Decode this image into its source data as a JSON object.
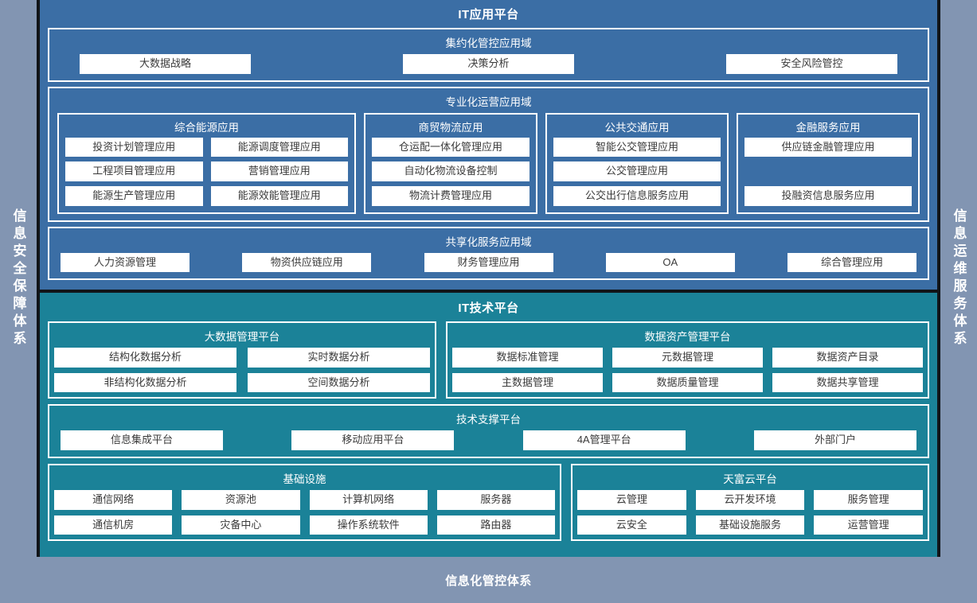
{
  "side_rails": {
    "left": {
      "label": "信息安全保障体系"
    },
    "right": {
      "label": "信息运维服务体系"
    }
  },
  "application_platform": {
    "title": "IT应用平台",
    "accent_color": "#3b6ea5",
    "domains": [
      {
        "name": "intensive",
        "title": "集约化管控应用域",
        "items": [
          "大数据战略",
          "决策分析",
          "安全风险管控"
        ]
      },
      {
        "name": "professional",
        "title": "专业化运营应用域",
        "subpanels": [
          {
            "name": "energy",
            "title": "综合能源应用",
            "items": [
              "投资计划管理应用",
              "能源调度管理应用",
              "工程项目管理应用",
              "营销管理应用",
              "能源生产管理应用",
              "能源效能管理应用"
            ]
          },
          {
            "name": "trade-logistics",
            "title": "商贸物流应用",
            "items": [
              "仓运配一体化管理应用",
              "自动化物流设备控制",
              "物流计费管理应用"
            ]
          },
          {
            "name": "public-transit",
            "title": "公共交通应用",
            "items": [
              "智能公交管理应用",
              "公交管理应用",
              "公交出行信息服务应用"
            ]
          },
          {
            "name": "financial-services",
            "title": "金融服务应用",
            "items": [
              "供应链金融管理应用",
              "",
              "投融资信息服务应用"
            ]
          }
        ]
      },
      {
        "name": "shared",
        "title": "共享化服务应用域",
        "items": [
          "人力资源管理",
          "物资供应链应用",
          "财务管理应用",
          "OA",
          "综合管理应用"
        ]
      }
    ]
  },
  "technology_platform": {
    "title": "IT技术平台",
    "accent_color": "#1b8298",
    "boxes": [
      {
        "name": "big-data-management",
        "title": "大数据管理平台",
        "items": [
          "结构化数据分析",
          "实时数据分析",
          "非结构化数据分析",
          "空间数据分析"
        ]
      },
      {
        "name": "data-asset-management",
        "title": "数据资产管理平台",
        "items": [
          "数据标准管理",
          "元数据管理",
          "数据资产目录",
          "主数据管理",
          "数据质量管理",
          "数据共享管理"
        ]
      },
      {
        "name": "technical-support",
        "title": "技术支撑平台",
        "items": [
          "信息集成平台",
          "移动应用平台",
          "4A管理平台",
          "外部门户"
        ]
      },
      {
        "name": "infrastructure",
        "title": "基础设施",
        "items": [
          "通信网络",
          "资源池",
          "计算机网络",
          "服务器",
          "通信机房",
          "灾备中心",
          "操作系统软件",
          "路由器"
        ]
      },
      {
        "name": "tianfu-cloud",
        "title": "天富云平台",
        "items": [
          "云管理",
          "云开发环境",
          "服务管理",
          "云安全",
          "基础设施服务",
          "运营管理"
        ]
      }
    ]
  },
  "bottom_bar": {
    "label": "信息化管控体系"
  }
}
